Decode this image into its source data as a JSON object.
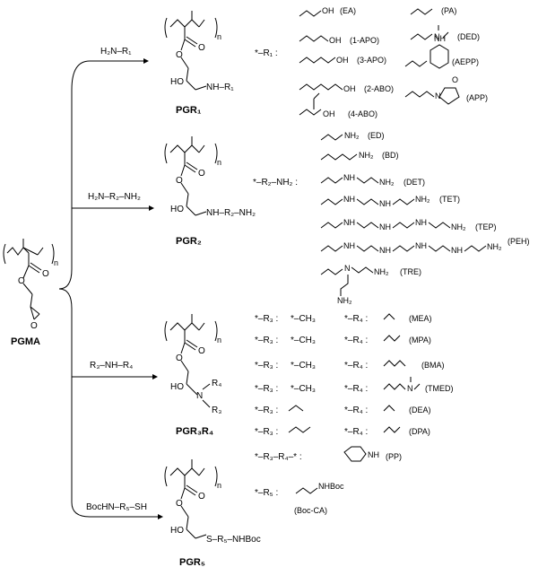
{
  "monomer": {
    "name": "PGMA",
    "sub_n": "n"
  },
  "routes": [
    {
      "reagent": "H₂N–R₁",
      "product": "PGR₁",
      "side_chain": "NH–R₁",
      "r_key": "*–R₁ :"
    },
    {
      "reagent": "H₂N–R₂–NH₂",
      "product": "PGR₂",
      "side_chain": "NH–R₂–NH₂",
      "r_key": "*–R₂–NH₂ :"
    },
    {
      "reagent": "R₃–NH–R₄",
      "product": "PGR₃R₄",
      "side_chain_r4": "R₄",
      "side_chain_r3": "R₃"
    },
    {
      "reagent": "BocHN–R₅–SH",
      "product": "PGR₅",
      "side_chain": "S–R₅–NHBoc",
      "r_key": "*–R₅ :"
    }
  ],
  "common": {
    "oh": "HO",
    "o": "O",
    "n": "n",
    "n_atom": "N"
  },
  "r1_groups": [
    "(EA)",
    "(PA)",
    "(1-APO)",
    "(DED)",
    "(3-APO)",
    "(AEPP)",
    "(2-ABO)",
    "(4-ABO)",
    "(APP)"
  ],
  "r1_atoms": {
    "oh": "OH",
    "nh": "NH",
    "n": "N",
    "o": "O"
  },
  "r2_groups": [
    "(ED)",
    "(BD)",
    "(DET)",
    "(TET)",
    "(TEP)",
    "(PEH)",
    "(TRE)"
  ],
  "r2_atoms": {
    "nh2": "NH₂",
    "nh": "NH",
    "n": "N"
  },
  "r3r4": {
    "r3_label": "*–R₃ :",
    "r4_label": "*–R₄ :",
    "ch3": "*–CH₃",
    "groups": [
      "(MEA)",
      "(MPA)",
      "(BMA)",
      "(TMED)",
      "(DEA)",
      "(DPA)"
    ],
    "pp_label": "*–R₃–R₄–* :",
    "pp_group": "(PP)",
    "pp_nh": "NH",
    "tmed_n": "N"
  },
  "r5": {
    "nhboc": "NHBoc",
    "group": "(Boc-CA)"
  }
}
